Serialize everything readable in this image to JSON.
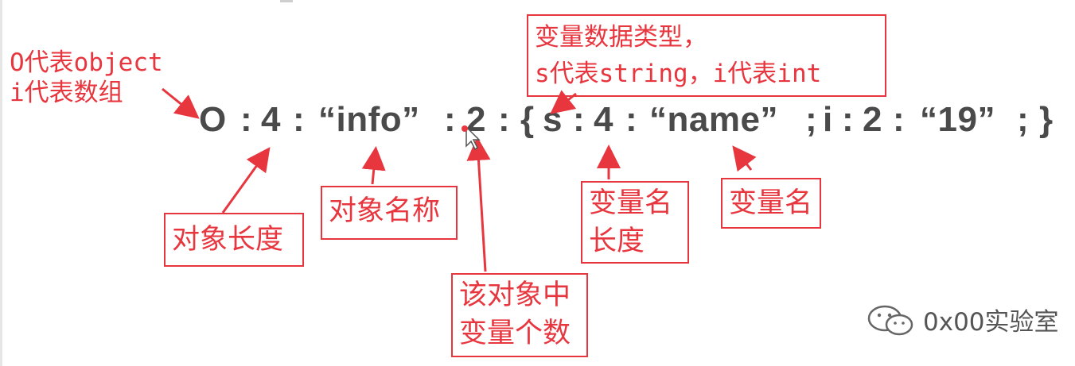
{
  "serialized": {
    "tokens": [
      "O",
      ":",
      "4",
      ":",
      "“info”",
      ":",
      "2",
      ":",
      "{",
      "s",
      ":",
      "4",
      ":",
      "“name”",
      ";",
      "i",
      ":",
      "2",
      ":",
      "“19”",
      ";",
      "}"
    ]
  },
  "annotations": {
    "type_note": [
      "O代表object",
      "i代表数组"
    ],
    "datatype_box": [
      "变量数据类型，",
      "s代表string，i代表int"
    ],
    "object_length": [
      "对象长度"
    ],
    "object_name": [
      "对象名称"
    ],
    "var_count": [
      "该对象中",
      "变量个数"
    ],
    "var_name_length": [
      "变量名",
      "长度"
    ],
    "var_name": [
      "变量名"
    ]
  },
  "watermark": {
    "text": "0x00实验室"
  },
  "colors": {
    "annotation": "#e8363f",
    "code": "#4a4a4a"
  }
}
